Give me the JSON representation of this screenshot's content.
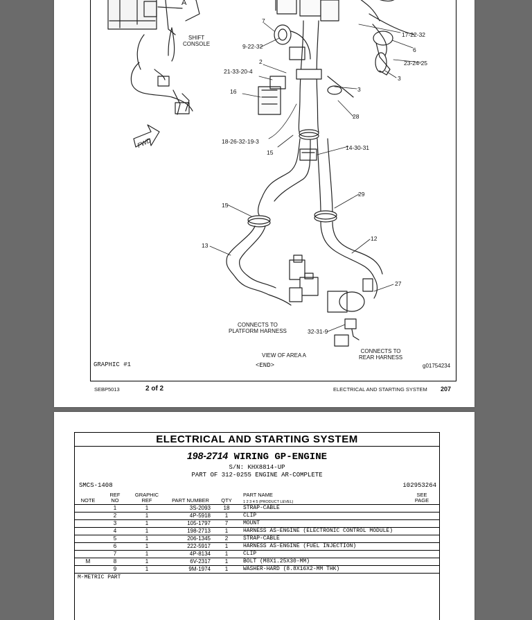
{
  "page1": {
    "callouts": {
      "c7": "7",
      "c9_22_32": "9-22-32",
      "c2": "2",
      "c21_33_20_4": "21-33-20-4",
      "c16": "16",
      "c18_26_32_19_3": "18-26-32-19-3",
      "c15a": "15",
      "c14_30_31": "14-30-31",
      "c17_22_32": "17-22-32",
      "c6": "6",
      "c23_24_25": "23-24-25",
      "c3a": "3",
      "c3b": "3",
      "c28": "28",
      "c29": "29",
      "c15b": "15",
      "c13": "13",
      "c12": "12",
      "c27": "27",
      "c32_31_9": "32-31-9",
      "area_a": "A"
    },
    "shift_console": "SHIFT\nCONSOLE",
    "fwd": "FWD",
    "connects_platform": "CONNECTS TO\nPLATFORM HARNESS",
    "connects_rear": "CONNECTS TO\nREAR HARNESS",
    "view_of_area": "VIEW OF AREA  A",
    "graphic_label": "GRAPHIC #1",
    "end_label": "<END>",
    "image_code": "g01754234",
    "footer": {
      "doc": "SEBP5013",
      "page_of": "2 of 2",
      "section": "ELECTRICAL AND STARTING SYSTEM",
      "page_number": "207"
    }
  },
  "page2": {
    "section_title": "ELECTRICAL AND STARTING SYSTEM",
    "group_number": "198-2714",
    "group_name": "WIRING GP-ENGINE",
    "serial": "S/N: KHX8814-UP",
    "part_of": "PART OF 312-0255 ENGINE AR-COMPLETE",
    "smcs": "SMCS-1408",
    "illustration_id": "i02953264",
    "headers": {
      "note": "NOTE",
      "ref_no": "REF\nNO",
      "graphic_ref": "GRAPHIC\nREF",
      "part_number": "PART NUMBER",
      "qty": "QTY",
      "part_name": "PART NAME",
      "levels": "1  2  3  4  5  (PRODUCT LEVEL)",
      "see_page": "SEE\nPAGE"
    },
    "rows": [
      {
        "note": "",
        "ref": "1",
        "graphic": "1",
        "part": "3S-2093",
        "qty": "18",
        "name": "STRAP-CABLE"
      },
      {
        "note": "",
        "ref": "2",
        "graphic": "1",
        "part": "4P-5918",
        "qty": "1",
        "name": "CLIP"
      },
      {
        "note": "",
        "ref": "3",
        "graphic": "1",
        "part": "105-1797",
        "qty": "7",
        "name": "MOUNT"
      },
      {
        "note": "",
        "ref": "4",
        "graphic": "1",
        "part": "198-2713",
        "qty": "1",
        "name": "HARNESS AS-ENGINE (ELECTRONIC CONTROL MODULE)"
      },
      {
        "note": "",
        "ref": "5",
        "graphic": "1",
        "part": "206-1345",
        "qty": "2",
        "name": "STRAP-CABLE"
      },
      {
        "note": "",
        "ref": "6",
        "graphic": "1",
        "part": "222-5917",
        "qty": "1",
        "name": "HARNESS AS-ENGINE (FUEL INJECTION)"
      },
      {
        "note": "",
        "ref": "7",
        "graphic": "1",
        "part": "4P-8134",
        "qty": "1",
        "name": "CLIP"
      },
      {
        "note": "M",
        "ref": "8",
        "graphic": "1",
        "part": "6V-2317",
        "qty": "1",
        "name": "BOLT (M8X1.25X30-MM)"
      },
      {
        "note": "",
        "ref": "9",
        "graphic": "1",
        "part": "9M-1974",
        "qty": "1",
        "name": "WASHER-HARD (8.8X16X2-MM THK)"
      }
    ],
    "metric_note": "M-METRIC PART"
  }
}
